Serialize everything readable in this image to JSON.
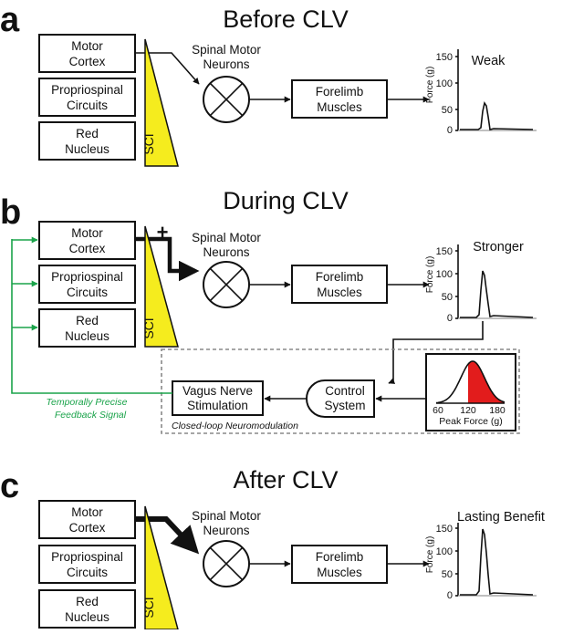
{
  "colors": {
    "sci_fill": "#f5ec1e",
    "feedback": "#1aa34a",
    "peak_area": "#e21c1c",
    "ink": "#111111",
    "dashed": "#888888"
  },
  "panels": [
    {
      "letter": "a",
      "title": "Before CLV",
      "boxes": {
        "motor_cortex": [
          "Motor",
          "Cortex"
        ],
        "propriospinal": [
          "Propriospinal",
          "Circuits"
        ],
        "red_nucleus": [
          "Red",
          "Nucleus"
        ],
        "forelimb": [
          "Forelimb",
          "Muscles"
        ]
      },
      "sci_label": "SCI",
      "neurons_label": [
        "Spinal Motor",
        "Neurons"
      ],
      "outcome_label": "Weak",
      "force_axis": {
        "label": "Force (g)",
        "ticks": [
          "150",
          "100",
          "50",
          "0"
        ]
      }
    },
    {
      "letter": "b",
      "title": "During CLV",
      "boxes": {
        "motor_cortex": [
          "Motor",
          "Cortex"
        ],
        "propriospinal": [
          "Propriospinal",
          "Circuits"
        ],
        "red_nucleus": [
          "Red",
          "Nucleus"
        ],
        "forelimb": [
          "Forelimb",
          "Muscles"
        ]
      },
      "sci_label": "SCI",
      "plus_sign": "+",
      "neurons_label": [
        "Spinal Motor",
        "Neurons"
      ],
      "outcome_label": "Stronger",
      "force_axis": {
        "label": "Force (g)",
        "ticks": [
          "150",
          "100",
          "50",
          "0"
        ]
      },
      "vns_box": [
        "Vagus Nerve",
        "Stimulation"
      ],
      "control_box": [
        "Control",
        "System"
      ],
      "closed_loop_label": "Closed-loop Neuromodulation",
      "feedback_label": [
        "Temporally Precise",
        "Feedback Signal"
      ],
      "peak_inset": {
        "ticks": [
          "60",
          "120",
          "180"
        ],
        "xlabel": "Peak Force (g)"
      }
    },
    {
      "letter": "c",
      "title": "After CLV",
      "boxes": {
        "motor_cortex": [
          "Motor",
          "Cortex"
        ],
        "propriospinal": [
          "Propriospinal",
          "Circuits"
        ],
        "red_nucleus": [
          "Red",
          "Nucleus"
        ],
        "forelimb": [
          "Forelimb",
          "Muscles"
        ]
      },
      "sci_label": "SCI",
      "neurons_label": [
        "Spinal Motor",
        "Neurons"
      ],
      "outcome_label": "Lasting Benefit",
      "force_axis": {
        "label": "Force (g)",
        "ticks": [
          "150",
          "100",
          "50",
          "0"
        ]
      }
    }
  ]
}
